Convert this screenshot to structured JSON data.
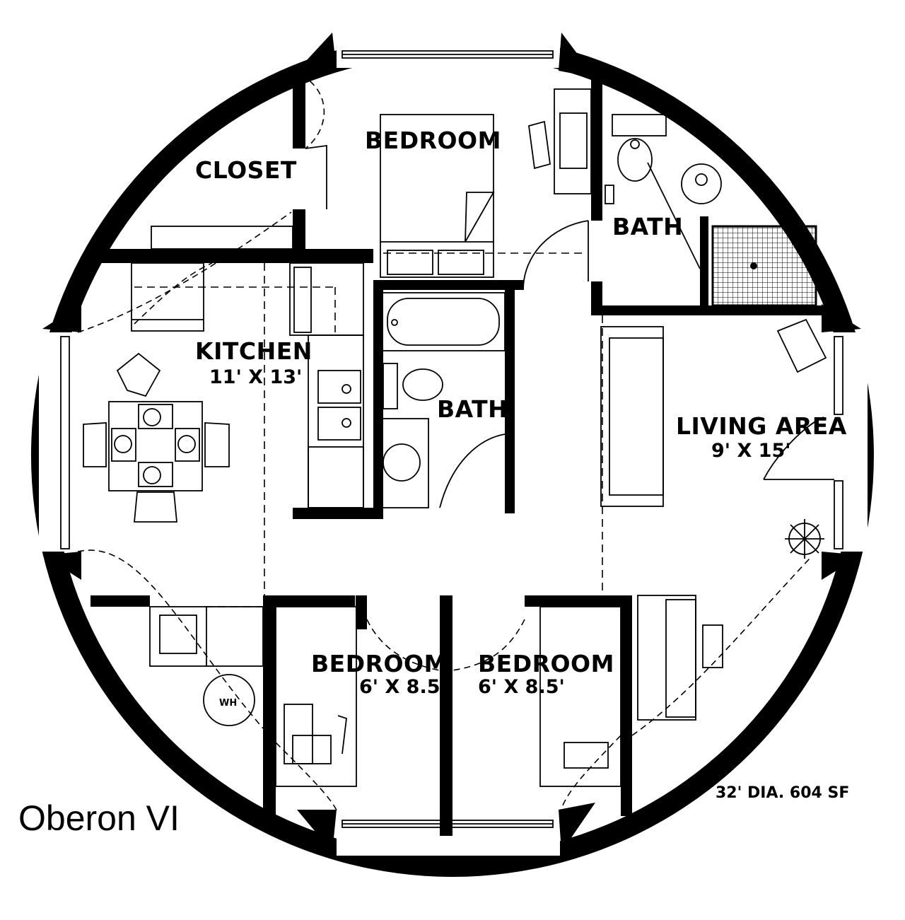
{
  "plan": {
    "name": "Oberon VI",
    "size_note": "32' DIA. 604 SF"
  },
  "rooms": {
    "closet": "CLOSET",
    "bedroom_top": "BEDROOM",
    "bath_right": "BATH",
    "kitchen": "KITCHEN",
    "kitchen_dims": "11' X 13'",
    "bath_center": "BATH",
    "living": "LIVING AREA",
    "living_dims": "9' X 15'",
    "bedroom_left": "BEDROOM",
    "bedroom_left_dims": "6' X 8.5'",
    "bedroom_right": "BEDROOM",
    "bedroom_right_dims": "6' X 8.5'",
    "water_heater": "WH"
  }
}
